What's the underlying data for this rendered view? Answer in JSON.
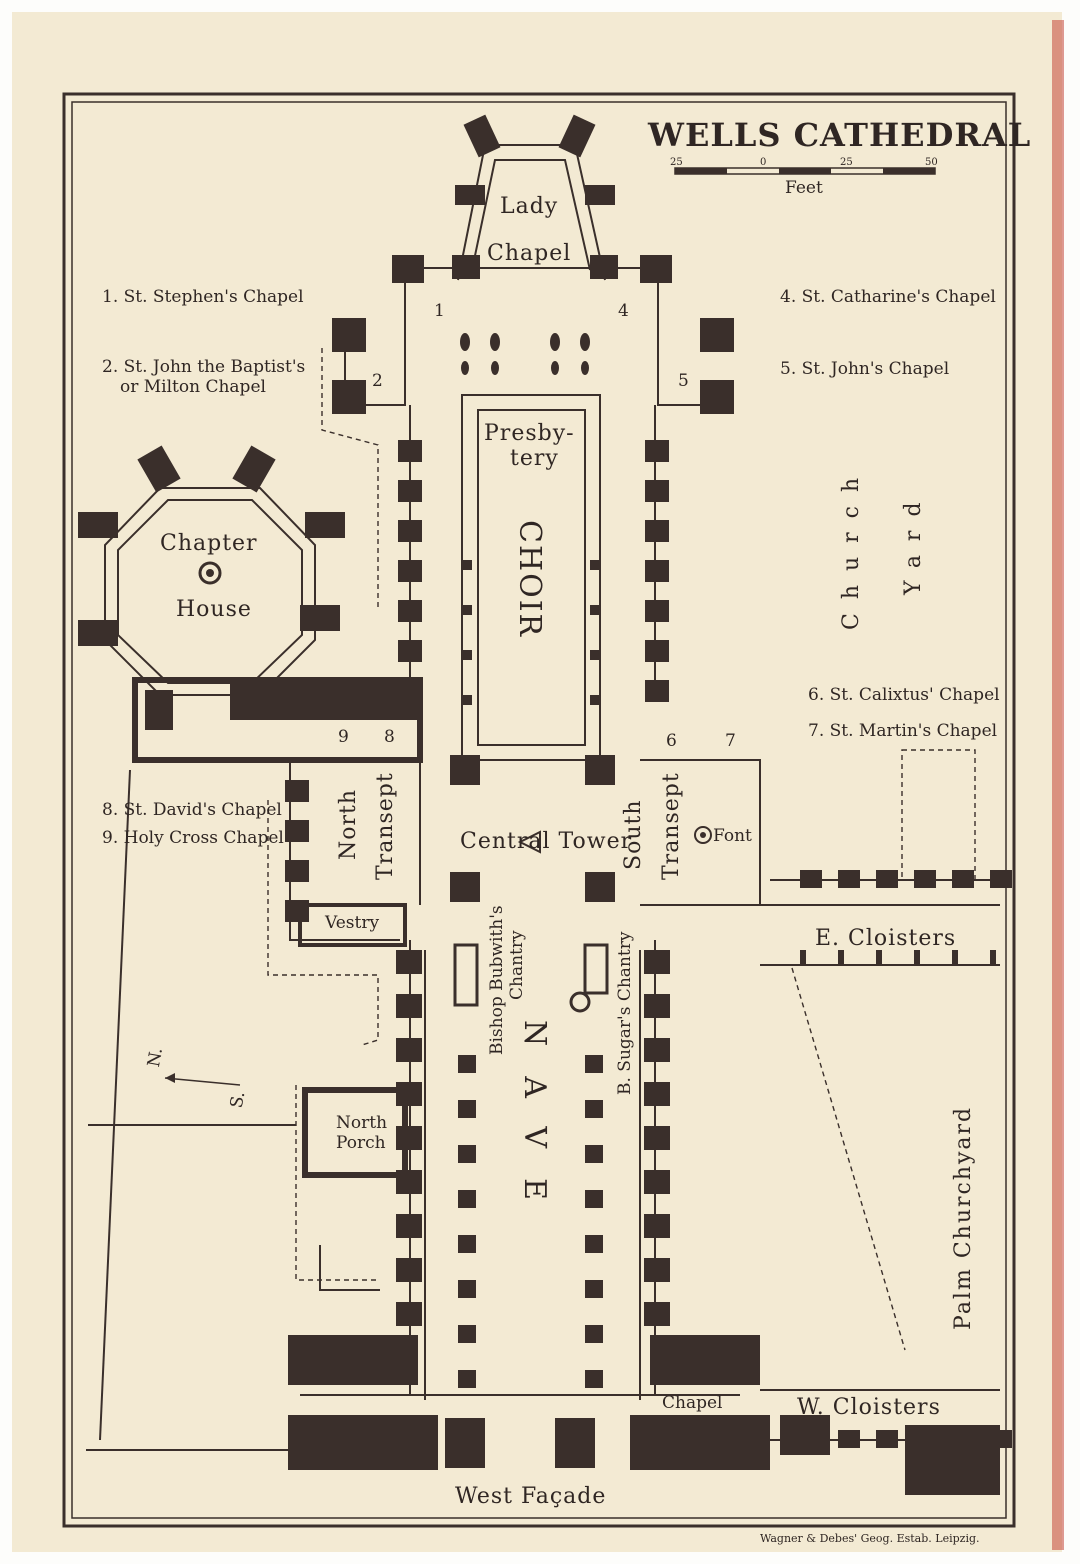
{
  "title": "WELLS CATHEDRAL",
  "scale": {
    "unit": "Feet",
    "ticks": [
      "25",
      "0",
      "25",
      "50"
    ]
  },
  "legend_left": [
    {
      "text_a": "1. St. Stephen's Chapel"
    },
    {
      "text_a": "2. St. John the Baptist's",
      "text_b": "or Milton Chapel"
    },
    {
      "text_a": "8. St. David's Chapel"
    },
    {
      "text_a": "9. Holy Cross Chapel"
    }
  ],
  "legend_right": [
    {
      "text_a": "4. St. Catharine's Chapel"
    },
    {
      "text_a": "5. St. John's Chapel"
    },
    {
      "text_a": "6. St. Calixtus' Chapel"
    },
    {
      "text_a": "7. St. Martin's Chapel"
    }
  ],
  "labels": {
    "lady_a": "Lady",
    "lady_b": "Chapel",
    "presby_a": "Presby-",
    "presby_b": "tery",
    "choir": "CHOIR",
    "chapter_a": "Chapter",
    "chapter_b": "House",
    "church_a": "Church",
    "church_b": "Yard",
    "north_a": "North",
    "north_b": "Transept",
    "south_a": "South",
    "south_b": "Transept",
    "central_tower": "Central Tower",
    "font": "Font",
    "vestry": "Vestry",
    "bubwith_a": "Bishop Bubwith's",
    "bubwith_b": "Chantry",
    "sugar": "B. Sugar's Chantry",
    "nave": "NAVE",
    "north_porch_a": "North",
    "north_porch_b": "Porch",
    "e_cloisters": "E. Cloisters",
    "w_cloisters": "W. Cloisters",
    "palm": "Palm Churchyard",
    "chapel": "Chapel",
    "west_facade": "West Façade",
    "compass_n": "N.",
    "compass_s": "S.",
    "n1": "1",
    "n2": "2",
    "n4": "4",
    "n5": "5",
    "n6": "6",
    "n7": "7",
    "n8": "8",
    "n9": "9"
  },
  "imprint": "Wagner & Debes' Geog. Estab. Leipzig.",
  "colors": {
    "paper": "#f3ead3",
    "ink": "#3a2f2b",
    "red_edge": "#b03a2e"
  }
}
